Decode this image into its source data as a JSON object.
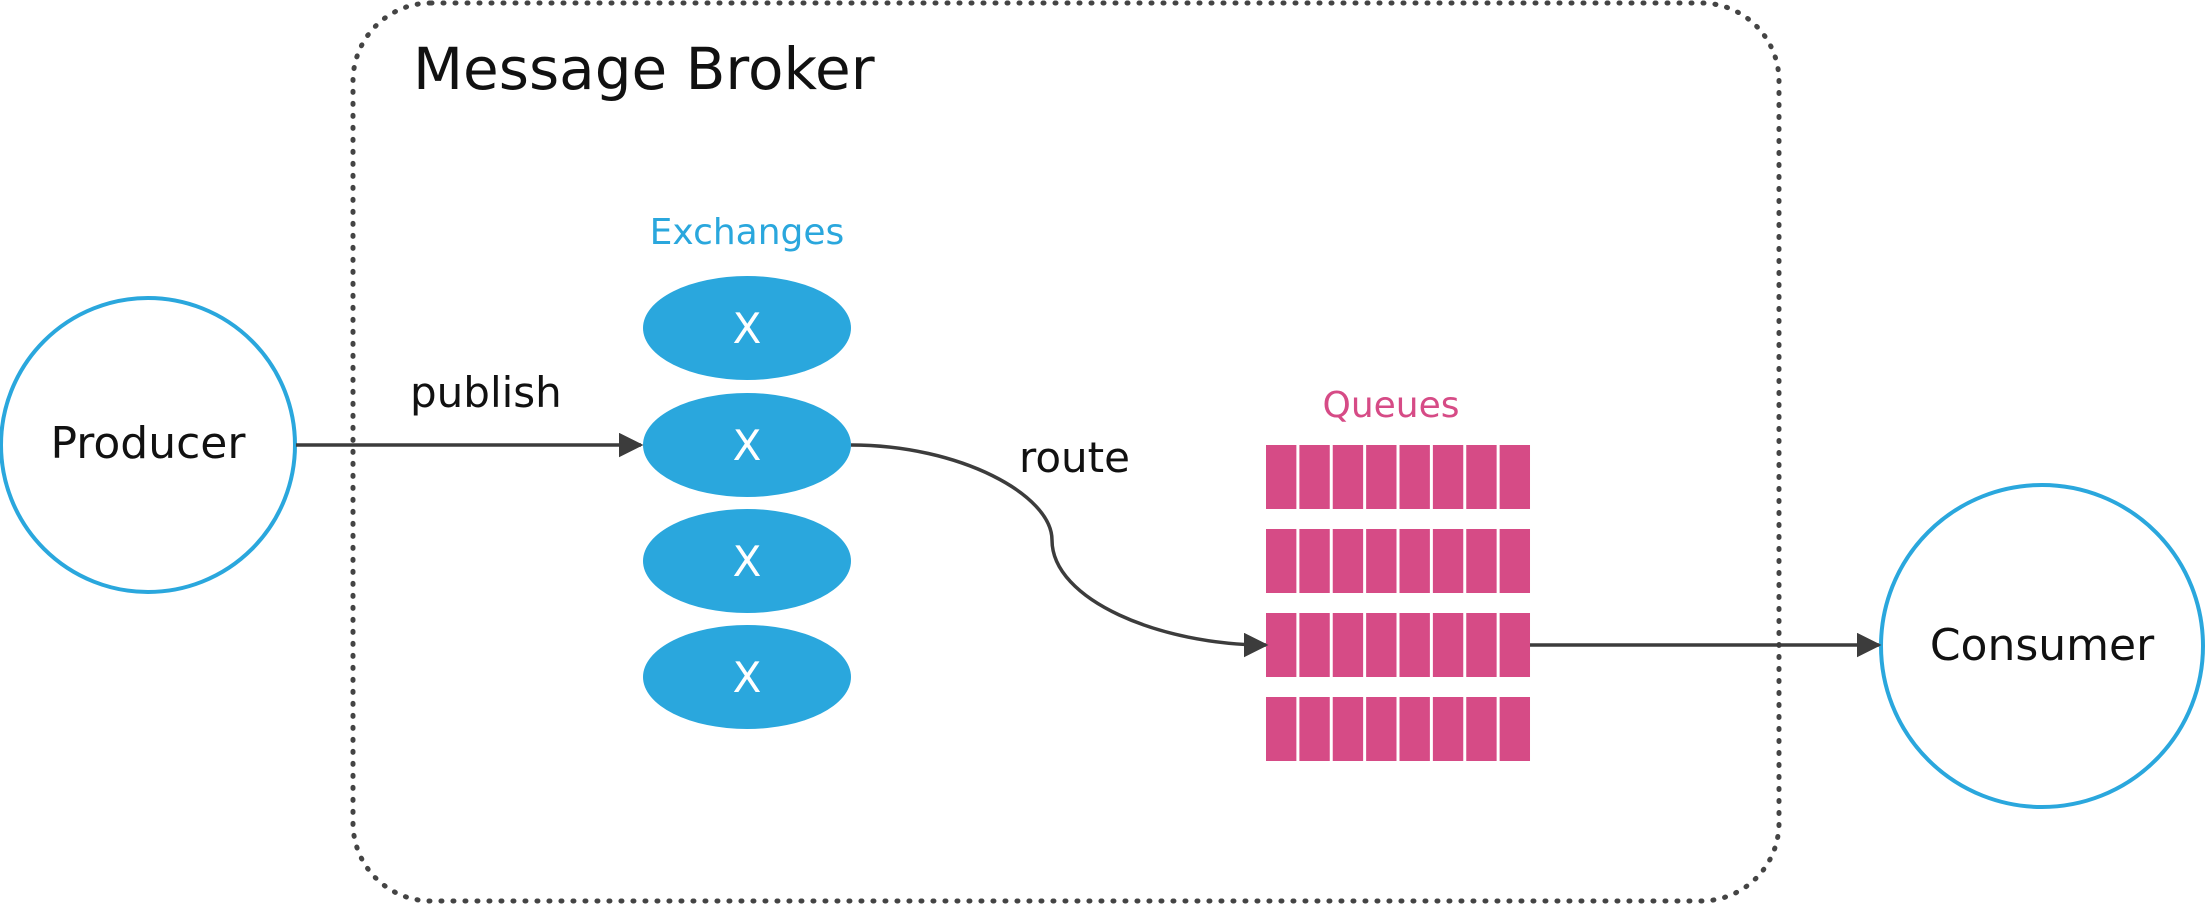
{
  "diagram": {
    "broker": {
      "title": "Message Broker"
    },
    "producer": {
      "label": "Producer"
    },
    "consumer": {
      "label": "Consumer"
    },
    "exchanges": {
      "heading": "Exchanges",
      "items": [
        {
          "symbol": "X"
        },
        {
          "symbol": "X"
        },
        {
          "symbol": "X"
        },
        {
          "symbol": "X"
        }
      ]
    },
    "queues": {
      "heading": "Queues",
      "rows": 4,
      "slots_per_row": 8
    },
    "edges": {
      "publish": {
        "label": "publish"
      },
      "route": {
        "label": "route"
      }
    }
  },
  "colors": {
    "exchange_fill": "#2aa7dd",
    "node_outline": "#2aa7dd",
    "queue_fill": "#d64b86",
    "queue_heading": "#d64b86",
    "exchange_heading": "#2aa7dd",
    "line": "#3c3c3c",
    "text": "#111111",
    "broker_border": "#444444"
  }
}
